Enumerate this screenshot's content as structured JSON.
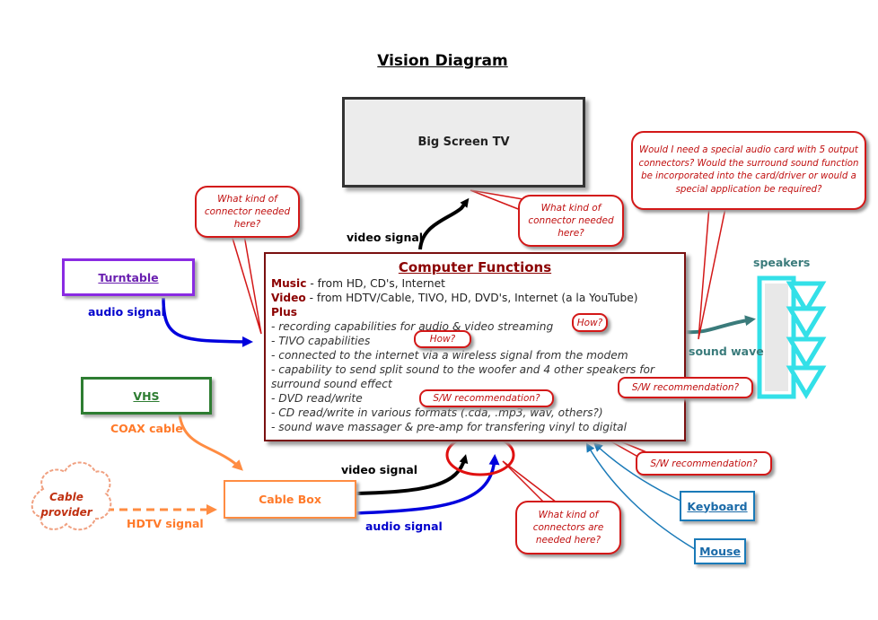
{
  "title": "Vision Diagram",
  "tv": {
    "label": "Big Screen TV"
  },
  "computer": {
    "title": "Computer Functions",
    "music_label": "Music",
    "music_text": " - from HD, CD's, Internet",
    "video_label": "Video",
    "video_text": " - from HDTV/Cable, TIVO, HD, DVD's, Internet (a la YouTube)",
    "plus_label": "Plus",
    "items": [
      "- recording capabilities for audio & video streaming",
      "- TIVO capabilities",
      "- connected to the internet via a wireless signal from the modem",
      "- capability to send split sound to the woofer and 4 other speakers for surround sound effect",
      "- DVD read/write",
      "- CD read/write in various formats (.cda, .mp3, wav, others?)",
      "- sound wave massager & pre-amp for transfering vinyl to digital"
    ]
  },
  "nodes": {
    "turntable": "Turntable",
    "vhs": "VHS",
    "cable_box": "Cable Box",
    "keyboard": "Keyboard",
    "mouse": "Mouse",
    "cable_provider": "Cable provider",
    "speakers": "speakers"
  },
  "labels": {
    "video_signal_top": "video signal",
    "audio_signal_left": "audio signal",
    "coax_cable": "COAX cable",
    "hdtv_signal": "HDTV signal",
    "video_signal_box": "video signal",
    "audio_signal_box": "audio signal",
    "sound_wave": "sound wave"
  },
  "callouts": {
    "left_connector": "What kind of connector needed here?",
    "tv_connector": "What kind of connector needed here?",
    "audio_card": "Would I need a special audio card with 5 output connectors? Would the surround sound function be incorporated into the card/driver or would a special application be required?",
    "how_1": "How?",
    "how_2": "How?",
    "sw_rec_1": "S/W recommendation?",
    "sw_rec_2": "S/W recommendation?",
    "sw_rec_3": "S/W recommendation?",
    "connectors": "What kind of connectors are needed here?"
  },
  "colors": {
    "turntable": "#8a2be2",
    "vhs": "#2e7d32",
    "cable_orange": "#ff8c42",
    "blue_signal": "#0000dd",
    "callout_red": "#d31818",
    "computer_border": "#7a1010",
    "peripheral_blue": "#1a7ab8",
    "speaker_cyan": "#33e0e8",
    "sound_wave_teal": "#3a7b7b"
  }
}
